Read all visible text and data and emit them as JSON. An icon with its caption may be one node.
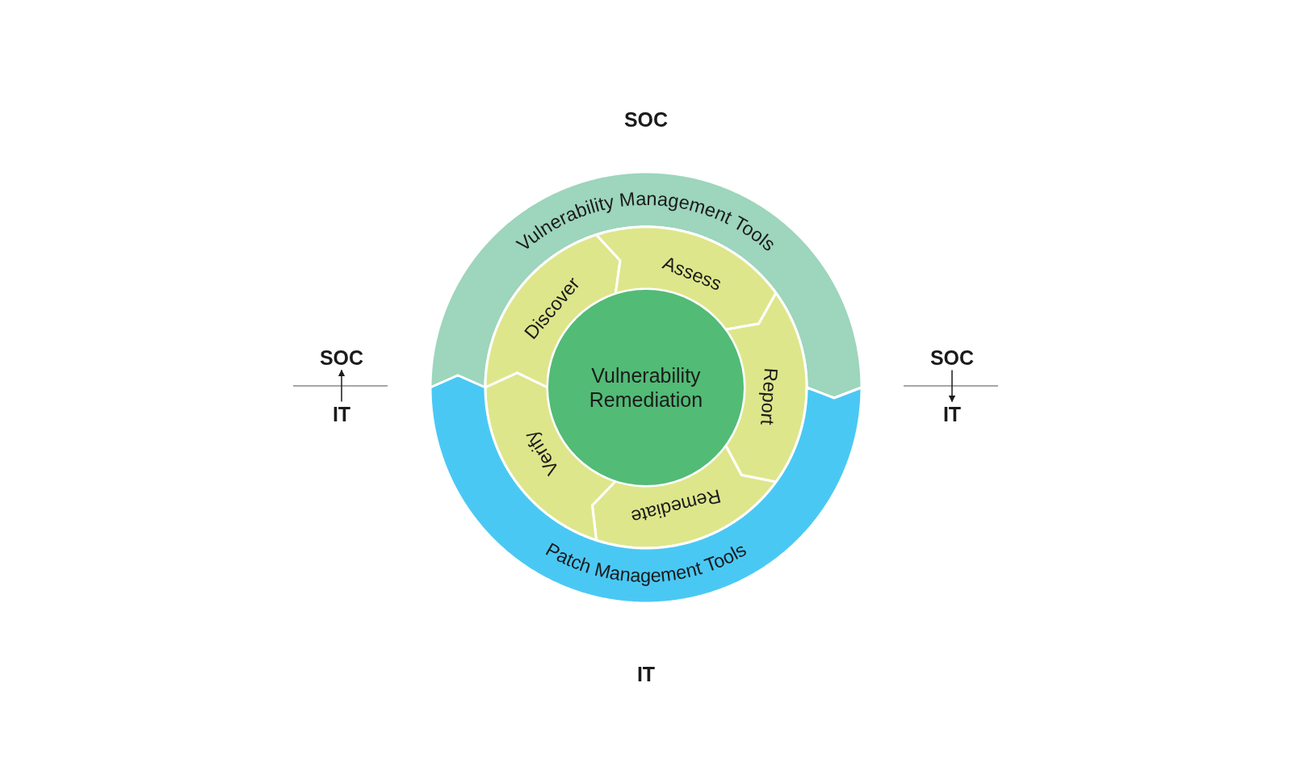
{
  "diagram": {
    "nodes": [
      {
        "text": [
          "Vulnerability Management Tools"
        ]
      },
      {
        "text": [
          "Discover"
        ]
      },
      {
        "text": [
          "Assess"
        ]
      },
      {
        "text": [
          "Report"
        ]
      },
      {
        "text": [
          "Remediate"
        ]
      },
      {
        "text": [
          "Verify"
        ]
      },
      {
        "text": [
          "Vulnerability Remediation"
        ]
      },
      {
        "text": [
          "Patch Management Tools"
        ]
      },
      {
        "text": [
          "SOC"
        ]
      },
      {
        "text": [
          "IT"
        ]
      },
      {
        "text": [
          "SOC"
        ]
      },
      {
        "text": [
          "IT"
        ]
      }
    ],
    "edges": [
      {
        "from": 9,
        "to": 8,
        "arrow": "to"
      },
      {
        "from": 10,
        "to": 11,
        "arrow": "to"
      }
    ],
    "labels": [
      "SOC",
      "IT"
    ]
  }
}
